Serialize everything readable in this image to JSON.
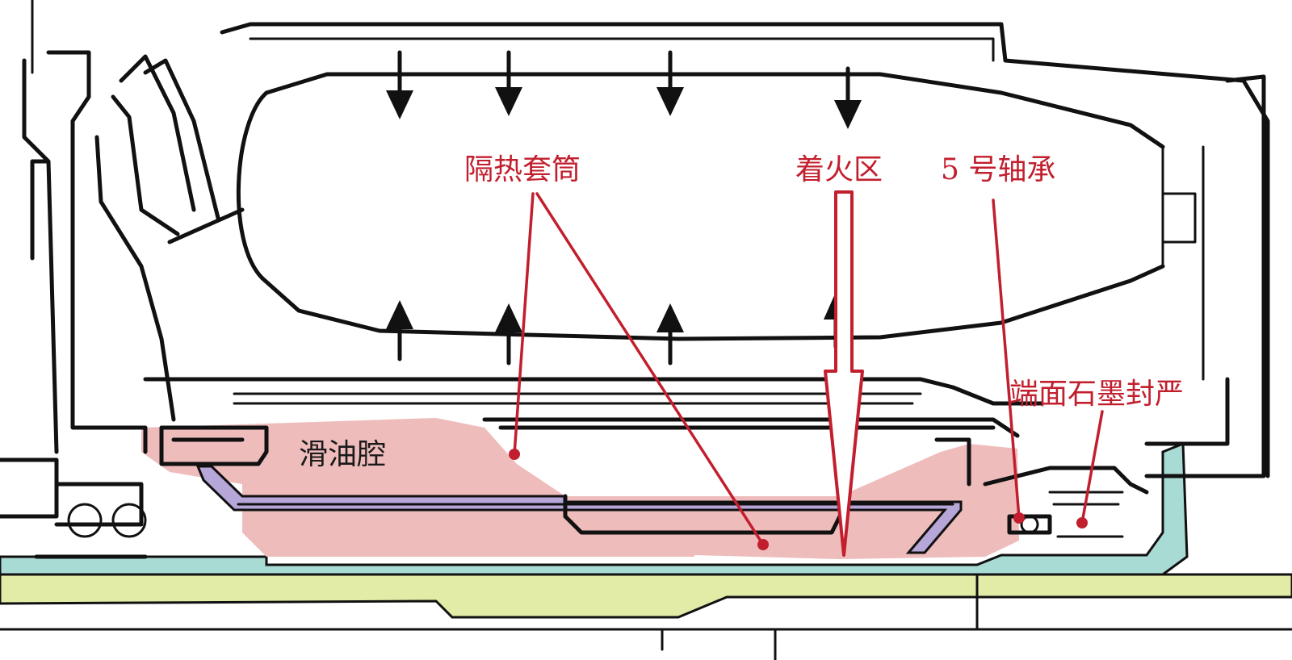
{
  "labels": {
    "insulation_sleeve": "隔热套筒",
    "ignition_zone": "着火区",
    "bearing_no5": "5 号轴承",
    "face_graphite_seal": "端面石墨封严",
    "oil_cavity": "滑油腔"
  },
  "colors": {
    "label_red": "#c21f2e",
    "leader_red": "#c21f2e",
    "oil_cavity_fill": "#efbcbc",
    "oil_tube_fill": "#b7a6d8",
    "cooling_air_fill": "#a9dbd5",
    "shaft_fill": "#e2eca6",
    "line_ink": "#111111"
  }
}
